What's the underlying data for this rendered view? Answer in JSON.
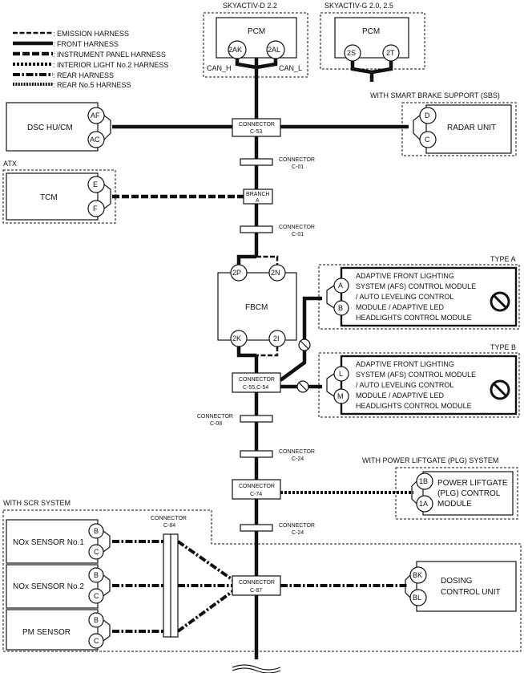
{
  "legend": [
    {
      "style": "emission",
      "label": ": EMISSION HARNESS"
    },
    {
      "style": "front",
      "label": ": FRONT HARNESS"
    },
    {
      "style": "ip",
      "label": ": INSTRUMENT PANEL HARNESS"
    },
    {
      "style": "il2",
      "label": ": INTERIOR LIGHT No.2 HARNESS"
    },
    {
      "style": "rear",
      "label": ": REAR HARNESS"
    },
    {
      "style": "rear5",
      "label": ": REAR No.5 HARNESS"
    }
  ],
  "groups": {
    "skyactiv_d": "SKYACTIV-D 2.2",
    "skyactiv_g": "SKYACTIV-G 2.0, 2.5",
    "sbs": "WITH SMART BRAKE SUPPORT (SBS)",
    "atx": "ATX",
    "type_a": "TYPE A",
    "type_b": "TYPE B",
    "plg": "WITH POWER LIFTGATE (PLG) SYSTEM",
    "scr": "WITH SCR SYSTEM"
  },
  "modules": {
    "pcm_d": "PCM",
    "pcm_g": "PCM",
    "dsc": "DSC HU/CM",
    "radar": "RADAR UNIT",
    "tcm": "TCM",
    "fbcm": "FBCM",
    "afs_a": [
      "ADAPTIVE FRONT LIGHTING",
      "SYSTEM (AFS) CONTROL MODULE",
      "/ AUTO LEVELING CONTROL",
      "MODULE / ADAPTIVE LED",
      "HEADLIGHTS CONTROL MODULE"
    ],
    "afs_b": [
      "ADAPTIVE FRONT LIGHTING",
      "SYSTEM (AFS) CONTROL MODULE",
      "/ AUTO LEVELING CONTROL",
      "MODULE / ADAPTIVE LED",
      "HEADLIGHTS CONTROL MODULE"
    ],
    "plg": [
      "POWER LIFTGATE",
      "(PLG) CONTROL",
      "MODULE"
    ],
    "nox1": "NOx SENSOR No.1",
    "nox2": "NOx SENSOR No.2",
    "pm": "PM SENSOR",
    "dosing": [
      "DOSING",
      "CONTROL UNIT"
    ]
  },
  "pins": {
    "pcm_d": [
      "2AK",
      "2AL"
    ],
    "can": [
      "CAN_H",
      "CAN_L"
    ],
    "pcm_g": [
      "2S",
      "2T"
    ],
    "dsc": [
      "AF",
      "AC"
    ],
    "radar": [
      "D",
      "C"
    ],
    "tcm": [
      "E",
      "F"
    ],
    "fbcm_top": [
      "2P",
      "2N"
    ],
    "fbcm_bot": [
      "2K",
      "2I"
    ],
    "afs_a": [
      "A",
      "B"
    ],
    "afs_b": [
      "L",
      "M"
    ],
    "plg": [
      "1B",
      "1A"
    ],
    "nox1": [
      "B",
      "C"
    ],
    "nox2": [
      "B",
      "C"
    ],
    "pm": [
      "B",
      "C"
    ],
    "dosing": [
      "BK",
      "BL"
    ]
  },
  "connectors": {
    "c53": [
      "CONNECTOR",
      "C-53"
    ],
    "c01a": [
      "CONNECTOR",
      "C-01"
    ],
    "branch": [
      "BRANCH",
      "A"
    ],
    "c01b": [
      "CONNECTOR",
      "C-01"
    ],
    "c55": [
      "CONNECTOR",
      "C-55,C-54"
    ],
    "c08": [
      "CONNECTOR",
      "C-08"
    ],
    "c24a": [
      "CONNECTOR",
      "C-24"
    ],
    "c74": [
      "CONNECTOR",
      "C-74"
    ],
    "c24b": [
      "CONNECTOR",
      "C-24"
    ],
    "c84": [
      "CONNECTOR",
      "C-84"
    ],
    "c87": [
      "CONNECTOR",
      "C-87"
    ]
  },
  "icons": {
    "not_applicable": "prohibition-icon"
  }
}
